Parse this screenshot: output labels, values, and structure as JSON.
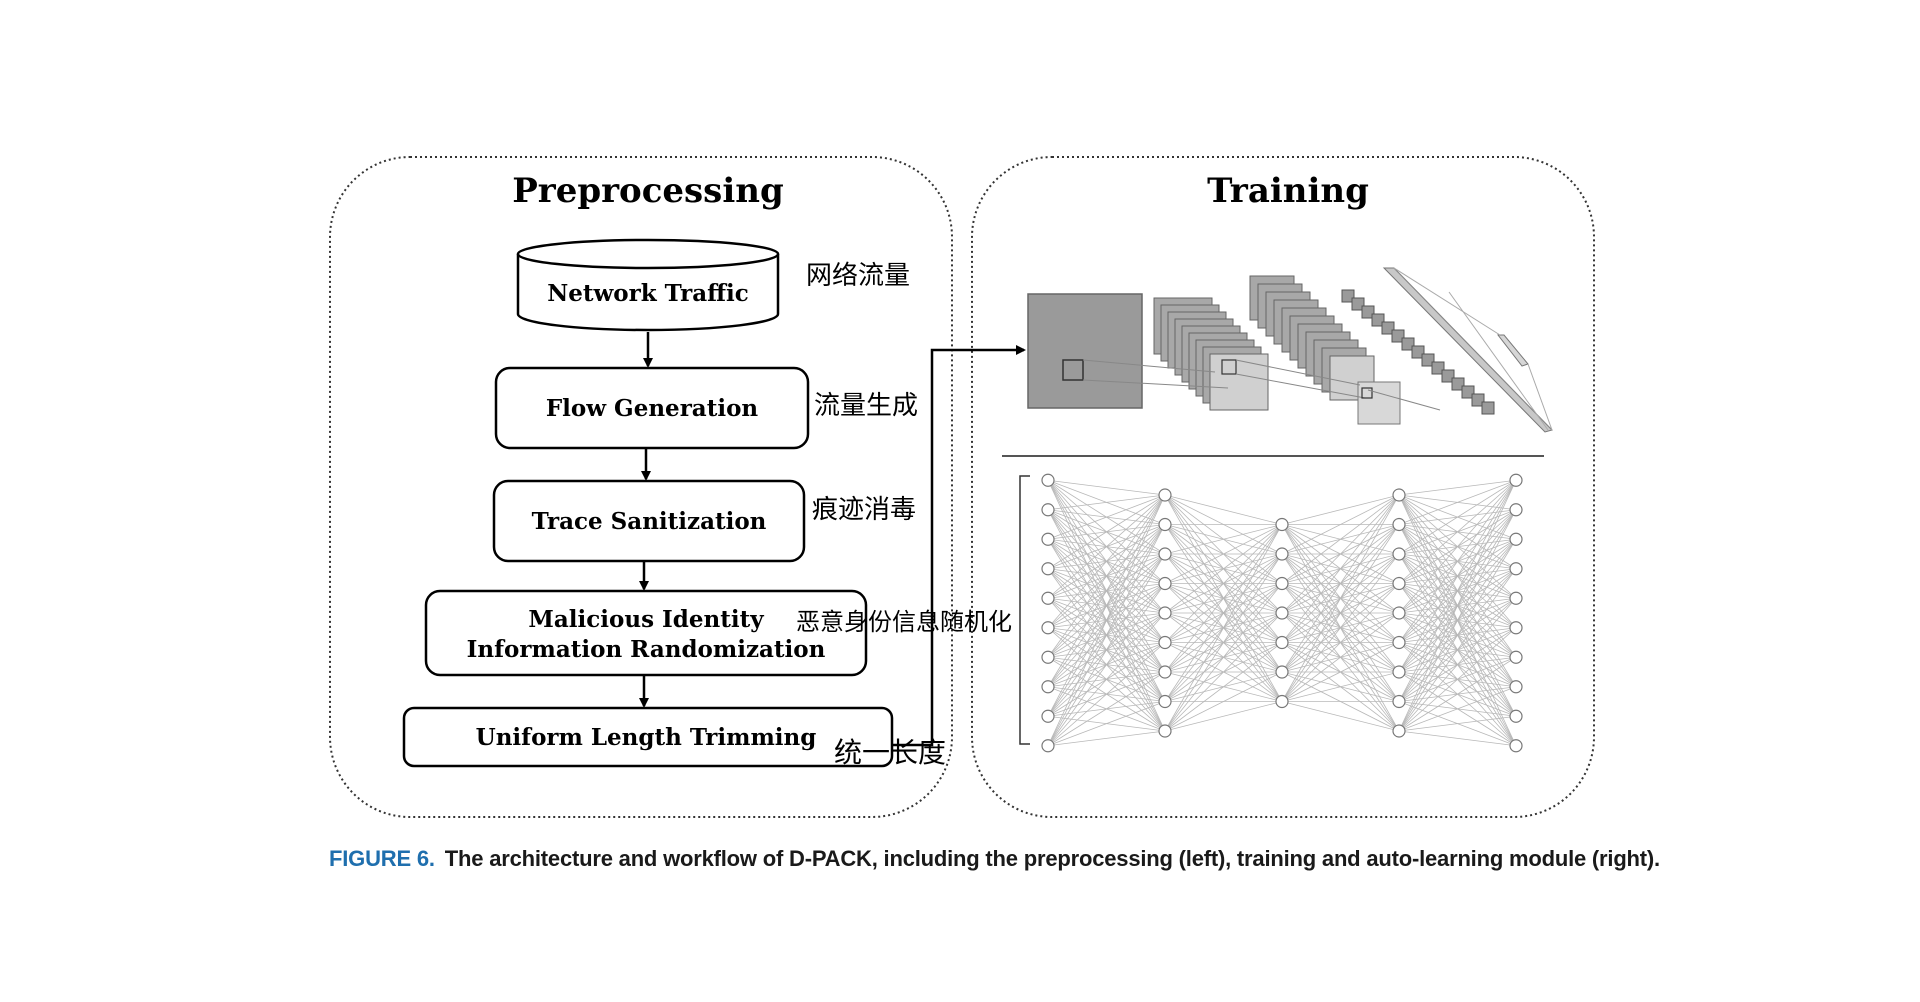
{
  "panels": {
    "preprocessing_title": "Preprocessing",
    "training_title": "Training"
  },
  "steps": [
    {
      "label": "Network Traffic",
      "annotation": "网络流量"
    },
    {
      "label": "Flow Generation",
      "annotation": "流量生成"
    },
    {
      "label": "Trace Sanitization",
      "annotation": "痕迹消毒"
    },
    {
      "label_line1": "Malicious Identity",
      "label_line2": "Information Randomization",
      "annotation": "恶意身份信息随机化"
    },
    {
      "label": "Uniform Length Trimming",
      "annotation": "统一长度"
    }
  ],
  "caption": {
    "label": "FIGURE 6.",
    "text": "The architecture and workflow of D-PACK, including the preprocessing (left), training and auto-learning module (right)."
  },
  "network_layers": [
    10,
    9,
    7,
    9,
    10
  ],
  "colors": {
    "caption_label": "#1f6fae"
  }
}
